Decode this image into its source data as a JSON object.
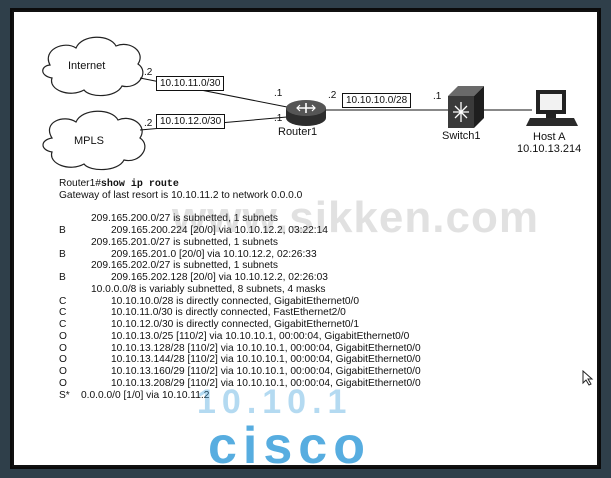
{
  "diagram": {
    "clouds": {
      "internet": "Internet",
      "mpls": "MPLS"
    },
    "links": {
      "internet_net": "10.10.11.0/30",
      "mpls_net": "10.10.12.0/30",
      "switch_net": "10.10.10.0/28"
    },
    "ports": {
      "internet_side": ".2",
      "mpls_side": ".2",
      "router_top": ".1",
      "router_bottom": ".1",
      "router_right": ".2",
      "switch_left": ".1"
    },
    "router_label": "Router1",
    "switch_label": "Switch1",
    "host_label": "Host A",
    "host_ip": "10.10.13.214"
  },
  "terminal": {
    "prompt": "Router1#",
    "command": "show ip route",
    "gateway": "Gateway of last resort is 10.10.11.2 to network 0.0.0.0",
    "lines": [
      {
        "code": "",
        "indent": 1,
        "text": "209.165.200.0/27 is subnetted, 1 subnets"
      },
      {
        "code": "B",
        "indent": 2,
        "text": "209.165.200.224 [20/0] via 10.10.12.2, 03:22:14"
      },
      {
        "code": "",
        "indent": 1,
        "text": "209.165.201.0/27 is subnetted, 1 subnets"
      },
      {
        "code": "B",
        "indent": 2,
        "text": "209.165.201.0 [20/0] via 10.10.12.2, 02:26:33"
      },
      {
        "code": "",
        "indent": 1,
        "text": "209.165.202.0/27 is subnetted, 1 subnets"
      },
      {
        "code": "B",
        "indent": 2,
        "text": "209.165.202.128 [20/0] via 10.10.12.2, 02:26:03"
      },
      {
        "code": "",
        "indent": 1,
        "text": "10.0.0.0/8 is variably subnetted, 8 subnets, 4 masks"
      },
      {
        "code": "C",
        "indent": 2,
        "text": "10.10.10.0/28 is directly connected, GigabitEthernet0/0"
      },
      {
        "code": "C",
        "indent": 2,
        "text": "10.10.11.0/30 is directly connected, FastEthernet2/0"
      },
      {
        "code": "C",
        "indent": 2,
        "text": "10.10.12.0/30 is directly connected, GigabitEthernet0/1"
      },
      {
        "code": "O",
        "indent": 2,
        "text": "10.10.13.0/25 [110/2] via 10.10.10.1, 00:00:04, GigabitEthernet0/0"
      },
      {
        "code": "O",
        "indent": 2,
        "text": "10.10.13.128/28 [110/2] via 10.10.10.1, 00:00:04, GigabitEthernet0/0"
      },
      {
        "code": "O",
        "indent": 2,
        "text": "10.10.13.144/28 [110/2] via 10.10.10.1, 00:00:04, GigabitEthernet0/0"
      },
      {
        "code": "O",
        "indent": 2,
        "text": "10.10.13.160/29 [110/2] via 10.10.10.1, 00:00:04, GigabitEthernet0/0"
      },
      {
        "code": "O",
        "indent": 2,
        "text": "10.10.13.208/29 [110/2] via 10.10.10.1, 00:00:04, GigabitEthernet0/0"
      },
      {
        "code": "S*",
        "indent": 0,
        "text": "0.0.0.0/0 [1/0] via 10.10.11.2"
      }
    ]
  },
  "watermark": {
    "site": "www.sikken.com",
    "ip": "10.10.1",
    "brand": "cisco"
  },
  "colors": {
    "background": "#2f3f4a",
    "panel": "#ffffff",
    "watermark_blue": "#2896d7"
  }
}
